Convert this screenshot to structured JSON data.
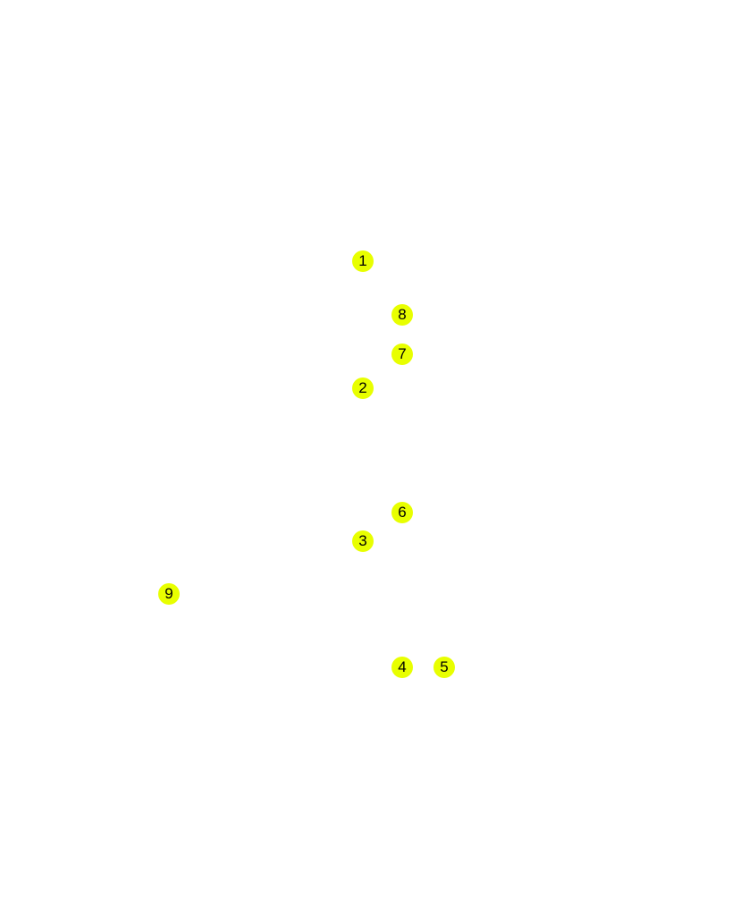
{
  "marker_color": "#e8ff00",
  "markers": {
    "m1": "1",
    "m2": "2",
    "m3": "3",
    "m4": "4",
    "m5": "5",
    "m6": "6",
    "m7": "7",
    "m8": "8",
    "m9": "9"
  }
}
